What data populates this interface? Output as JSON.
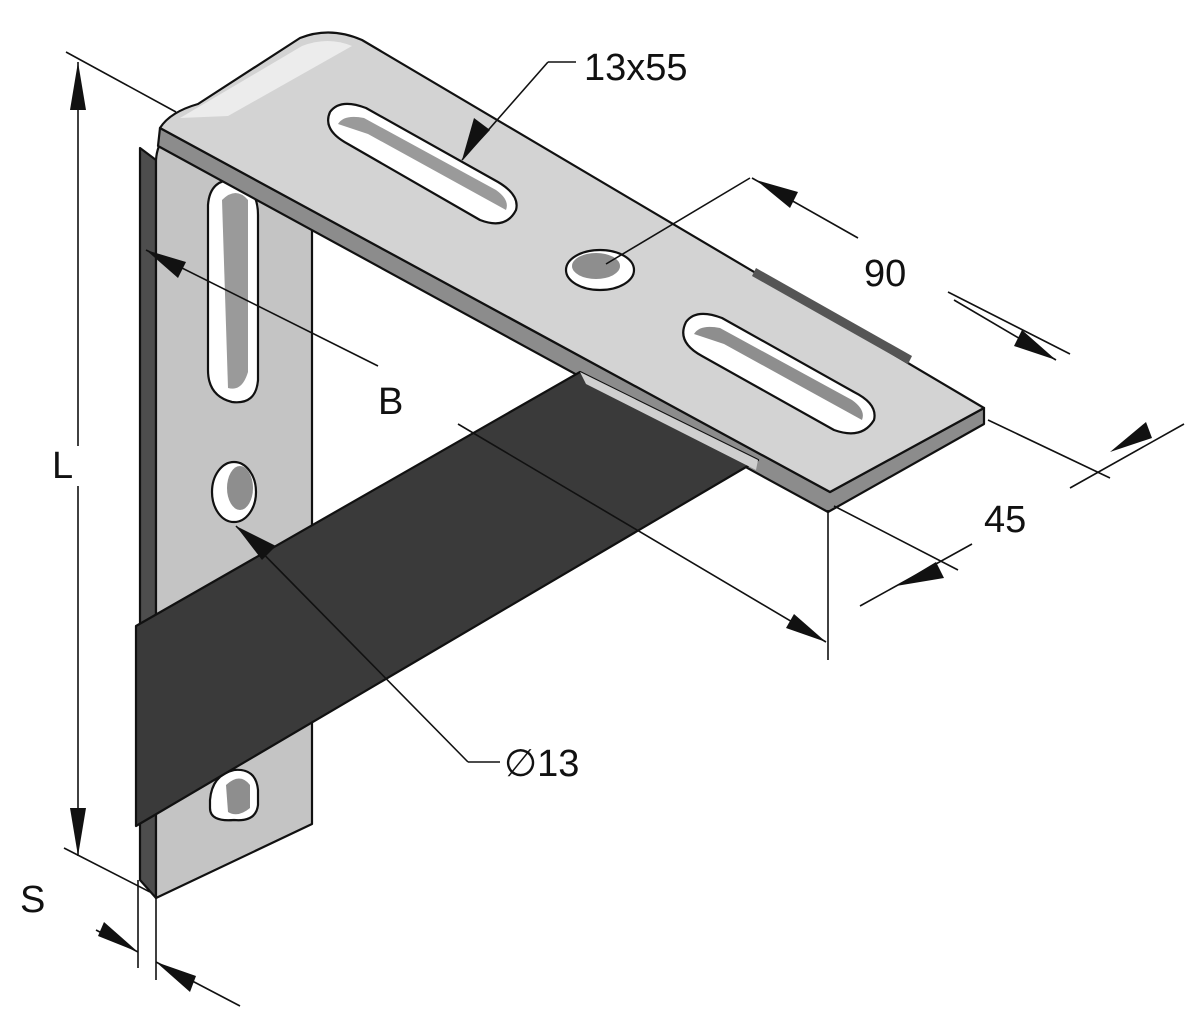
{
  "dimensions": {
    "slot_size": "13x55",
    "hole_spacing": "90",
    "width_b": "B",
    "length_l": "L",
    "flange_width": "45",
    "hole_diameter": "∅13",
    "thickness_s": "S"
  },
  "colors": {
    "plate_light": "#d3d3d3",
    "plate_mid": "#b9b9b9",
    "plate_edge": "#8c8c8c",
    "stiffener": "#3a3a3a",
    "line": "#111111",
    "background": "#ffffff"
  }
}
